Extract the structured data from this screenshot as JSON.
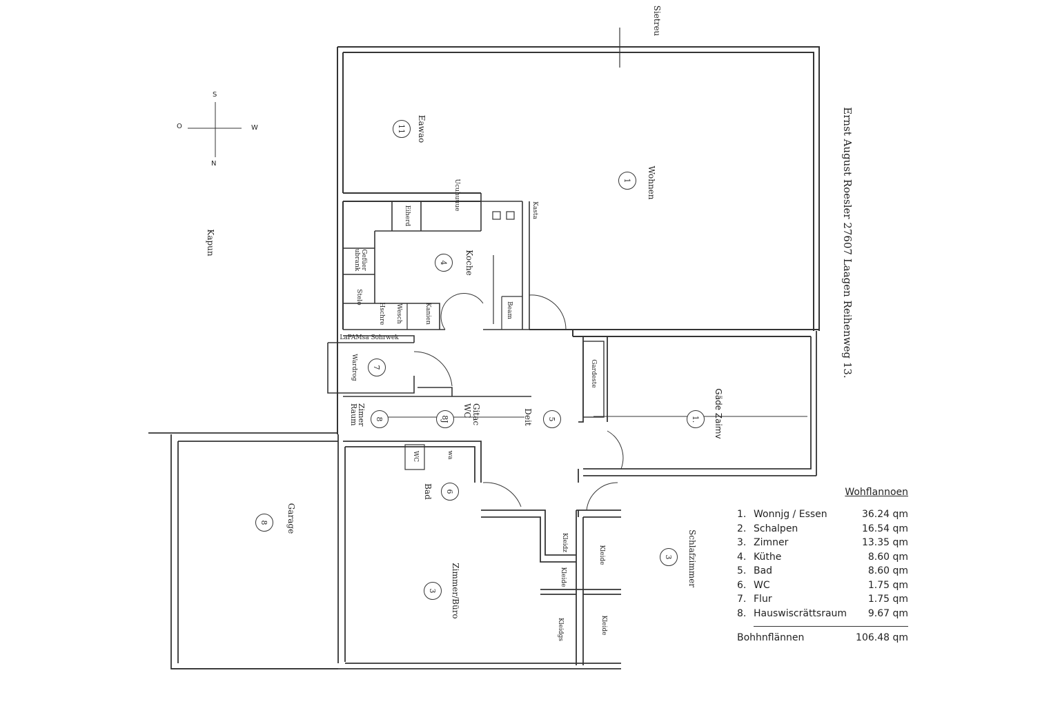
{
  "header": {
    "street_label": "Sietreu",
    "address": "Ernst August Roesler  27607 Laagen Reihenweg 13."
  },
  "compass": {
    "north": "N",
    "south": "S",
    "east": "O",
    "west": "W"
  },
  "side_label": "Kapun",
  "rooms": [
    {
      "number": "11",
      "name": "Eawao"
    },
    {
      "number": "1",
      "name": "Wohnen"
    },
    {
      "number": "4",
      "name": "Koche"
    },
    {
      "number": "7",
      "name": "Wardrog"
    },
    {
      "number": "8",
      "name": "Zimer Raum"
    },
    {
      "number": "8J",
      "name": "Gitac WC"
    },
    {
      "number": "5",
      "name": "Deit"
    },
    {
      "number": "1.",
      "name": "Gäde Zaimv"
    },
    {
      "number": "6",
      "name": "Bad"
    },
    {
      "number": "8",
      "name": "Garage"
    },
    {
      "number": "3",
      "name": "Zimmer/Büro"
    },
    {
      "number": "3",
      "name": "Schlafzimmer"
    }
  ],
  "fixtures": {
    "ucuhuuue": "Ucuhuuue",
    "eiherd": "Eiherd",
    "kasta": "Kasta",
    "gefrier": "Gefüer ubrank",
    "stelo": "Stelo",
    "hschre": "Hschre",
    "wesch": "Wesch",
    "kanien": "Kanien",
    "beam": "Beam",
    "lapamsa": "LaPAMsa Sohrwek",
    "gardeste": "Gardeste",
    "wc_box": "WC",
    "wa": "wa",
    "kleider": [
      "Kleidz",
      "Kleide",
      "Kleide",
      "Kleidgs",
      "Kleide"
    ]
  },
  "legend": {
    "title": "Wohflannoen",
    "items": [
      {
        "num": "1.",
        "name": "Wonnjg / Essen",
        "area": "36.24 qm"
      },
      {
        "num": "2.",
        "name": "Schalpen",
        "area": "16.54 qm"
      },
      {
        "num": "3.",
        "name": "Zimner",
        "area": "13.35 qm"
      },
      {
        "num": "4.",
        "name": "Küthe",
        "area": "8.60 qm"
      },
      {
        "num": "5.",
        "name": "Bad",
        "area": "8.60 qm"
      },
      {
        "num": "6.",
        "name": "WC",
        "area": "1.75 qm"
      },
      {
        "num": "7.",
        "name": "Flur",
        "area": "1.75 qm"
      },
      {
        "num": "8.",
        "name": "Hauswiscrättsraum",
        "area": "9.67 qm"
      }
    ],
    "total_label": "Bohhnflännen",
    "total_area": "106.48 qm"
  }
}
